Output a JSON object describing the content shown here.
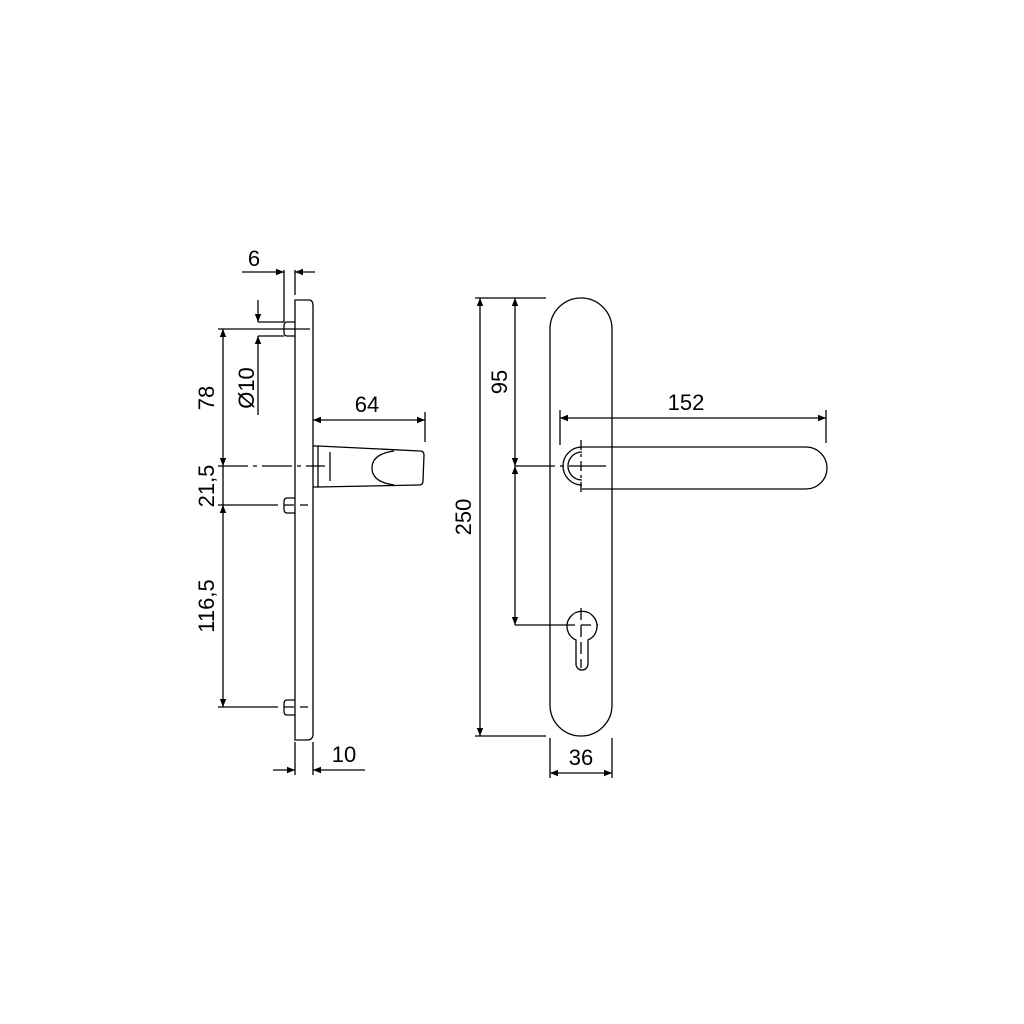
{
  "drawing": {
    "title": "Door handle set technical drawing",
    "units": "mm",
    "line_color": "#000000",
    "background": "#ffffff"
  },
  "side_view": {
    "dimensions": {
      "pin_length": "6",
      "pin_diameter": "Ø10",
      "top_to_handle": "78",
      "handle_to_mid_screw": "21,5",
      "mid_to_bottom_screw": "116,5",
      "handle_projection": "64",
      "plate_thickness": "10"
    }
  },
  "front_view": {
    "dimensions": {
      "overall_height": "250",
      "top_to_handle_axis": "95",
      "lever_length": "152",
      "plate_width": "36"
    },
    "features": [
      "lever-handle",
      "profile-cylinder-keyhole",
      "rounded-backplate"
    ]
  }
}
